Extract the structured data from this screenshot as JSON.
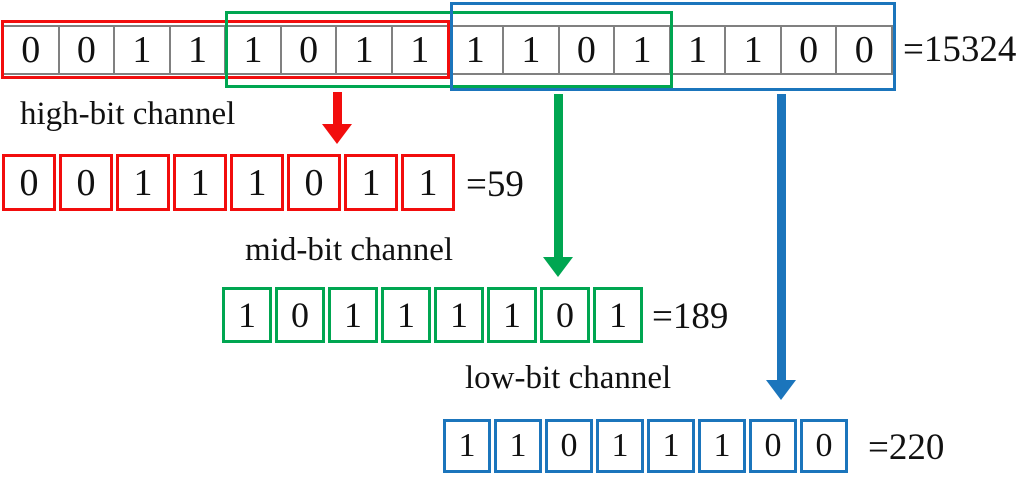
{
  "colors": {
    "red": "#F20D0D",
    "green": "#00A651",
    "blue": "#1B75BC",
    "cell_border_gray": "#808080"
  },
  "combined_register": {
    "bits": [
      "0",
      "0",
      "1",
      "1",
      "1",
      "0",
      "1",
      "1",
      "1",
      "1",
      "0",
      "1",
      "1",
      "1",
      "0",
      "0"
    ],
    "value_label": "=15324"
  },
  "channels": {
    "high": {
      "label": "high-bit channel",
      "bits": [
        "0",
        "0",
        "1",
        "1",
        "1",
        "0",
        "1",
        "1"
      ],
      "value_label": "=59",
      "color": "red"
    },
    "mid": {
      "label": "mid-bit channel",
      "bits": [
        "1",
        "0",
        "1",
        "1",
        "1",
        "1",
        "0",
        "1"
      ],
      "value_label": "=189",
      "color": "green"
    },
    "low": {
      "label": "low-bit channel",
      "bits": [
        "1",
        "1",
        "0",
        "1",
        "1",
        "1",
        "0",
        "0"
      ],
      "value_label": "=220",
      "color": "blue"
    }
  }
}
